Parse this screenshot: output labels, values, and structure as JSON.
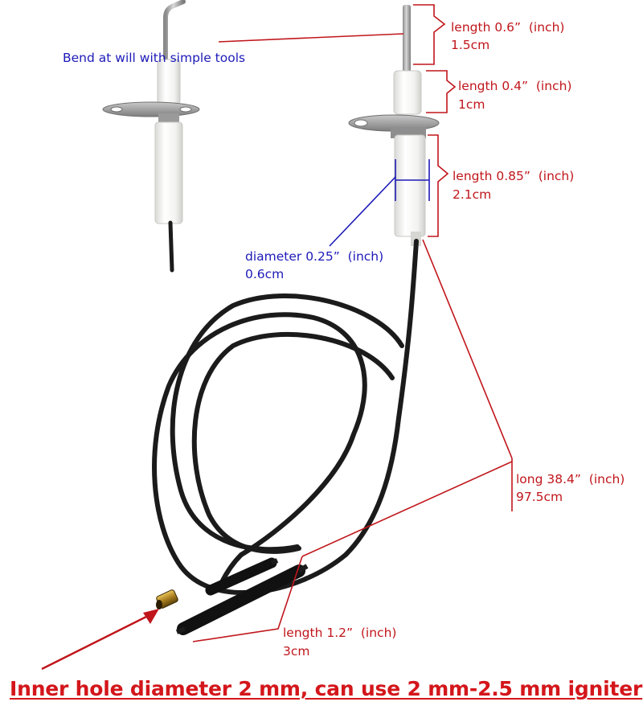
{
  "note_bend": "Bend at will with simple tools",
  "dimensions": [
    {
      "id": "tip",
      "length": "length 0.6”  (inch)",
      "metric": "1.5cm"
    },
    {
      "id": "ceramic_top",
      "length": "length 0.4”  (inch)",
      "metric": "1cm"
    },
    {
      "id": "ceramic_bottom",
      "length": "length 0.85”  (inch)",
      "metric": "2.1cm"
    },
    {
      "id": "diameter",
      "length": "diameter 0.25”  (inch)",
      "metric": "0.6cm"
    },
    {
      "id": "wire",
      "length": "long 38.4”  (inch)",
      "metric": "97.5cm"
    },
    {
      "id": "connector",
      "length": "length 1.2”  (inch)",
      "metric": "3cm"
    }
  ],
  "footer": "Inner hole diameter 2 mm, can use 2 mm-2.5 mm igniter",
  "colors": {
    "annotation_red": "#c0161b",
    "annotation_blue": "#1d1ab8",
    "wire": "#1b1b1b",
    "ceramic": "#f4f4f2",
    "steel": "#9b9b9b"
  }
}
